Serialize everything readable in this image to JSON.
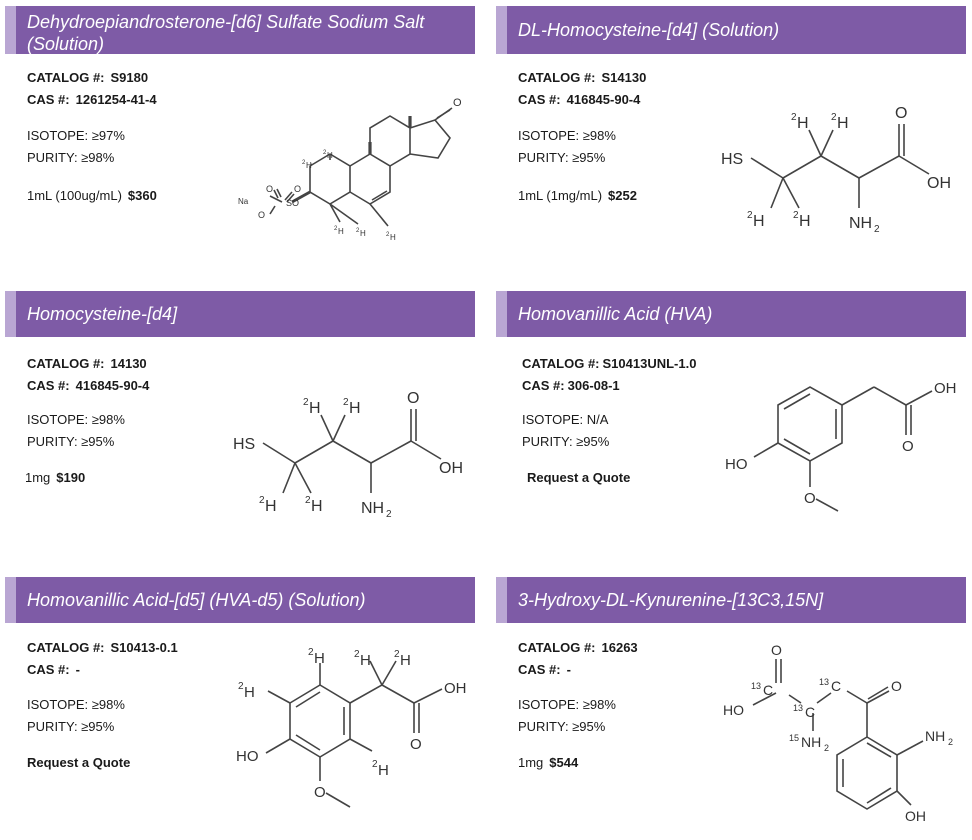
{
  "products": [
    {
      "name": "Dehydroepiandrosterone-[d6] Sulfate Sodium Salt (Solution)",
      "catalog_label": "CATALOG #:",
      "catalog": "S9180",
      "cas_label": "CAS #:",
      "cas": "1261254-41-4",
      "isotope": "ISOTOPE: ≥97%",
      "purity": "PURITY: ≥98%",
      "size": "1mL (100ug/mL)",
      "price": "$360"
    },
    {
      "name": "DL-Homocysteine-[d4] (Solution)",
      "catalog_label": "CATALOG #:",
      "catalog": "S14130",
      "cas_label": "CAS #:",
      "cas": "416845-90-4",
      "isotope": "ISOTOPE: ≥98%",
      "purity": "PURITY: ≥95%",
      "size": "1mL (1mg/mL)",
      "price": "$252"
    },
    {
      "name": "Homocysteine-[d4]",
      "catalog_label": "CATALOG #:",
      "catalog": "14130",
      "cas_label": "CAS #:",
      "cas": "416845-90-4",
      "isotope": "ISOTOPE: ≥98%",
      "purity": "PURITY: ≥95%",
      "size": "1mg",
      "price": "$190"
    },
    {
      "name": "Homovanillic Acid (HVA)",
      "catalog_label": "CATALOG #:",
      "catalog": "S10413UNL-1.0",
      "cas_label": "CAS #:",
      "cas": "306-08-1",
      "isotope": "ISOTOPE: N/A",
      "purity": "PURITY: ≥95%",
      "cta": "Request a Quote"
    },
    {
      "name": "Homovanillic Acid-[d5] (HVA-d5) (Solution)",
      "catalog_label": "CATALOG #:",
      "catalog": "S10413-0.1",
      "cas_label": "CAS #:",
      "cas": "-",
      "isotope": "ISOTOPE: ≥98%",
      "purity": "PURITY: ≥95%",
      "cta": "Request a Quote"
    },
    {
      "name": "3-Hydroxy-DL-Kynurenine-[13C3,15N]",
      "catalog_label": "CATALOG #:",
      "catalog": "16263",
      "cas_label": "CAS #:",
      "cas": "-",
      "isotope": "ISOTOPE: ≥98%",
      "purity": "PURITY: ≥95%",
      "size": "1mg",
      "price": "$544"
    }
  ],
  "structure_labels": {
    "dhea": {
      "na": "Na",
      "o_minus": "O",
      "o": "O",
      "s": "S",
      "d": "H",
      "ketone_o": "O",
      "iso": "2"
    },
    "hcys": {
      "hs": "HS",
      "d": "H",
      "iso": "2",
      "o": "O",
      "oh": "OH",
      "nh": "NH",
      "sub2": "2"
    },
    "hva": {
      "oh_acid": "OH",
      "o_acid": "O",
      "ho": "HO",
      "o_me": "O"
    },
    "hvad5": {
      "d": "H",
      "iso": "2",
      "oh_acid": "OH",
      "o_acid": "O",
      "ho": "HO",
      "o_me": "O"
    },
    "kyn": {
      "o_top": "O",
      "c13": "C",
      "iso13": "13",
      "ho": "HO",
      "o_ketone": "O",
      "n15": "NH",
      "iso15": "15",
      "sub2": "2",
      "nh2": "NH",
      "oh": "OH"
    }
  }
}
